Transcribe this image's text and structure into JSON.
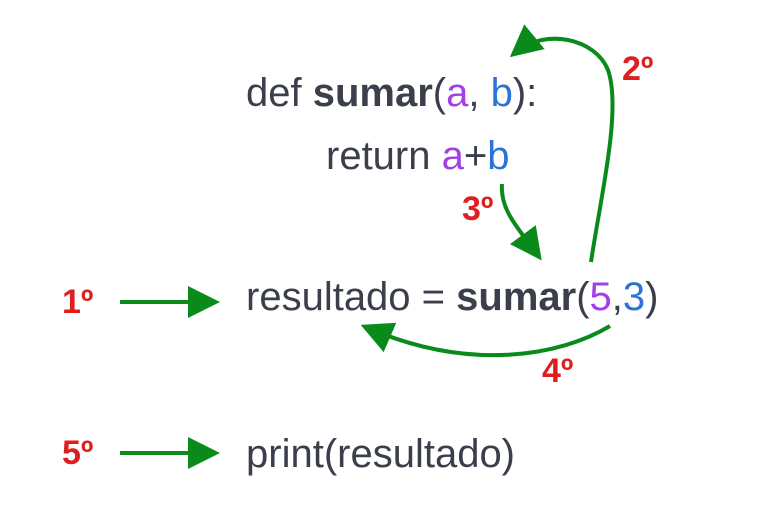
{
  "code": {
    "line1": {
      "keyword": "def",
      "func": "sumar",
      "open": "(",
      "param_a": "a",
      "sep": ", ",
      "param_b": "b",
      "close": "):"
    },
    "line2": {
      "keyword": "return",
      "param_a": "a",
      "op": "+",
      "param_b": "b"
    },
    "line3": {
      "var": "resultado",
      "assign": " = ",
      "func": "sumar",
      "open": "(",
      "arg1": "5",
      "sep": ",",
      "arg2": "3",
      "close": ")"
    },
    "line4": {
      "text": "print(resultado)"
    }
  },
  "steps": {
    "s1": "1º",
    "s2": "2º",
    "s3": "3º",
    "s4": "4º",
    "s5": "5º"
  },
  "colors": {
    "text": "#3a3f4b",
    "param_a": "#a43ee6",
    "param_b": "#2a73d8",
    "step_label": "#dd1f1f",
    "arrow": "#0a8a1a"
  }
}
